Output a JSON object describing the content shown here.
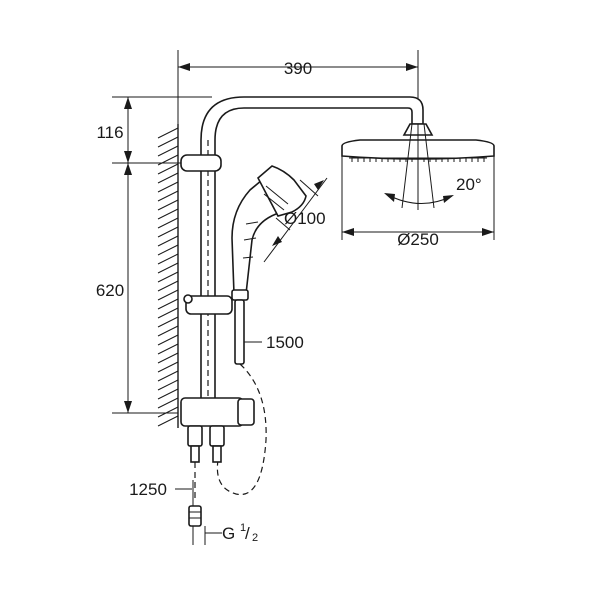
{
  "dimensions": {
    "width_top": "390",
    "height_upper": "116",
    "height_lower": "620",
    "hand_shower_diameter": "Ø100",
    "head_shower_diameter": "Ø250",
    "tilt_angle": "20°",
    "hose_length": "1500",
    "lower_hose_length": "1250",
    "thread_prefix": "G",
    "thread_num": "1",
    "thread_den": "2"
  }
}
